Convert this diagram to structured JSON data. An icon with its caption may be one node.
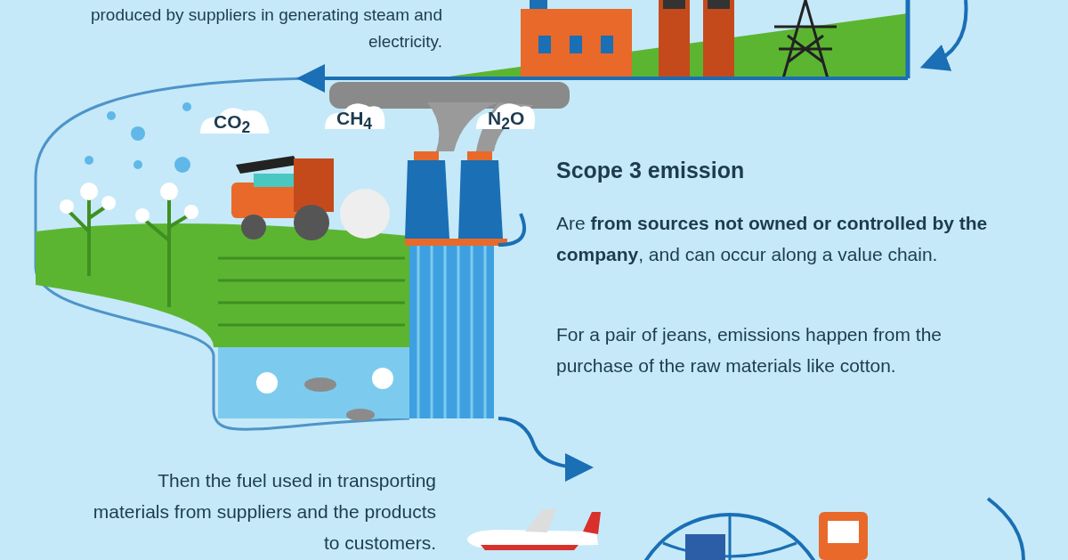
{
  "diagram": {
    "labels": [
      "produced by suppliers in generating steam and electricity.",
      "CO$_{2}$",
      "CH$_{4}$",
      "N$_{2}$O",
      "Scope 3 emission",
      "Are **from sources not owned or controlled by the company**, and can occur along a value chain.",
      "For a pair of jeans, emissions happen from the purchase of the raw materials like cotton.",
      "Then the fuel used in transporting materials from suppliers and the products to customers."
    ]
  }
}
